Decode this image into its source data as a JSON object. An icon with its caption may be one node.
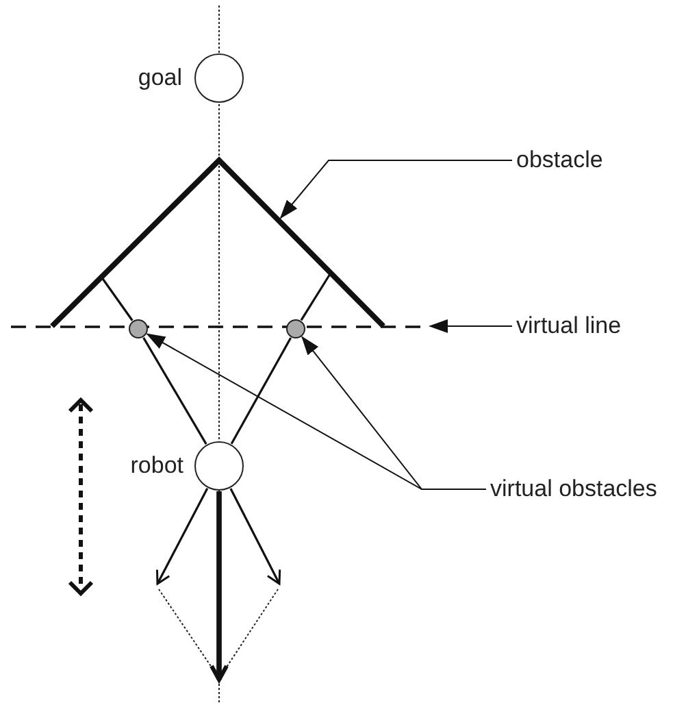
{
  "diagram": {
    "nodes": [
      {
        "text": [],
        "shape": "circle",
        "beside": [
          "goal"
        ]
      },
      {
        "text": [
          "obstacle"
        ]
      },
      {
        "text": [],
        "shape": "line"
      },
      {
        "text": [
          "virtual line"
        ]
      },
      {
        "text": [],
        "shape": "line"
      },
      {
        "text": [],
        "shape": "circle"
      },
      {
        "text": [],
        "shape": "circle"
      },
      {
        "text": [],
        "shape": "circle",
        "beside": [
          "robot"
        ]
      },
      {
        "text": [
          "virtual obstacles"
        ]
      }
    ],
    "edges": [
      {
        "from": 1,
        "to": 2,
        "arrow": "to"
      },
      {
        "from": 3,
        "to": 4,
        "arrow": "to"
      },
      {
        "from": 8,
        "to": 5,
        "arrow": "to"
      },
      {
        "from": 8,
        "to": 6,
        "arrow": "to"
      },
      {
        "from": 7,
        "to": 5,
        "arrow": "none"
      },
      {
        "from": 5,
        "to": 2,
        "arrow": "none"
      },
      {
        "from": 7,
        "to": 6,
        "arrow": "none"
      },
      {
        "from": 6,
        "to": 2,
        "arrow": "none"
      },
      {
        "from": 7,
        "to": null,
        "arrow": "to"
      },
      {
        "from": 7,
        "to": null,
        "arrow": "to",
        "style": "thick"
      },
      {
        "from": 7,
        "to": null,
        "arrow": "to"
      }
    ]
  }
}
